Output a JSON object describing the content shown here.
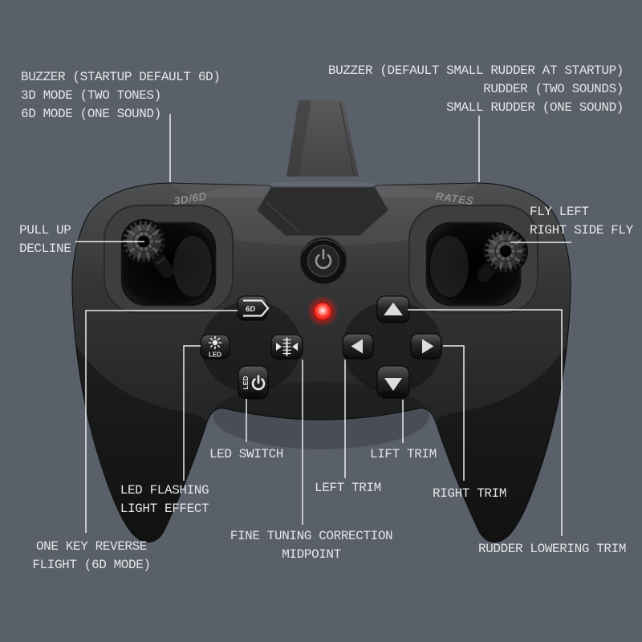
{
  "scene": {
    "background": "#596069",
    "label_text_color": "#e5e6e7",
    "callout_line_color": "#ececec",
    "controller_body_color": "#2f3032",
    "led_indicator_color": "#f2150d",
    "key_glyph_color": "#e8e8e8"
  },
  "labels": {
    "top_left": [
      "BUZZER (STARTUP DEFAULT 6D)",
      "3D MODE (TWO TONES)",
      "6D MODE (ONE SOUND)"
    ],
    "top_right": [
      "BUZZER (DEFAULT SMALL RUDDER AT STARTUP)",
      "RUDDER (TWO SOUNDS)",
      "SMALL RUDDER (ONE SOUND)"
    ],
    "left_stick": [
      "PULL UP",
      "DECLINE"
    ],
    "right_stick": [
      "FLY LEFT",
      "RIGHT SIDE FLY"
    ],
    "led_switch": [
      "LED SWITCH"
    ],
    "led_flashing": [
      "LED FLASHING",
      "LIGHT EFFECT"
    ],
    "one_key_reverse": [
      "ONE KEY REVERSE",
      "FLIGHT (6D MODE)"
    ],
    "fine_tuning": [
      "FINE TUNING CORRECTION",
      "MIDPOINT"
    ],
    "left_trim": [
      "LEFT TRIM"
    ],
    "lift_trim": [
      "LIFT TRIM"
    ],
    "right_trim": [
      "RIGHT TRIM"
    ],
    "rudder_lowering_trim": [
      "RUDDER LOWERING TRIM"
    ]
  },
  "controller": {
    "left_shoulder_text": "3D/6D",
    "right_shoulder_text": "RATES",
    "buttons": {
      "mode_6d_label": "6D",
      "led_flash_label": "LED",
      "led_power_label": "LED"
    }
  }
}
